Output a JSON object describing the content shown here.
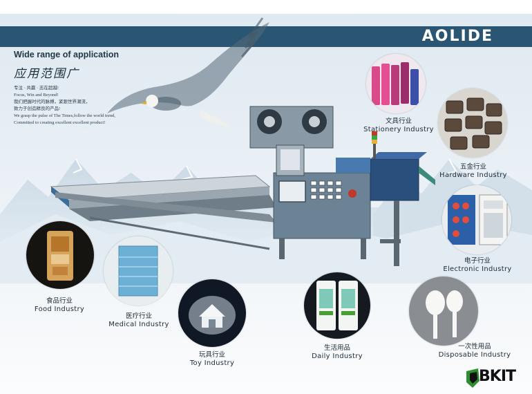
{
  "brand": "AOLIDE",
  "intro": {
    "title_en": "Wide range of application",
    "title_cn": "应用范围广",
    "lines": [
      "专注 · 共赢 · 志在超越!",
      "Focus, Win and Beyond!",
      "我们把握时代的脉搏，紧跟世界潮流，",
      "致力于创造精良的产品!",
      "We grasp the pulse of The Times,follow the world trend,",
      "Committed to creating excellent excellent product!"
    ]
  },
  "industries": {
    "stationery": {
      "cn": "文具行业",
      "en": "Stationery Industry"
    },
    "hardware": {
      "cn": "五金行业",
      "en": "Hardware Industry"
    },
    "electronic": {
      "cn": "电子行业",
      "en": "Electronic Industry"
    },
    "food": {
      "cn": "食品行业",
      "en": "Food Industry"
    },
    "medical": {
      "cn": "医疗行业",
      "en": "Medical Industry"
    },
    "toy": {
      "cn": "玩具行业",
      "en": "Toy Industry"
    },
    "daily": {
      "cn": "生活用品",
      "en": "Daily Industry"
    },
    "disposable": {
      "cn": "一次性用品",
      "en": "Disposable Industry"
    }
  },
  "logo": {
    "text": "BKIT"
  },
  "colors": {
    "header": "#2a5673",
    "accent": "#3b6c9a",
    "logo_green": "#2f8f2f"
  }
}
